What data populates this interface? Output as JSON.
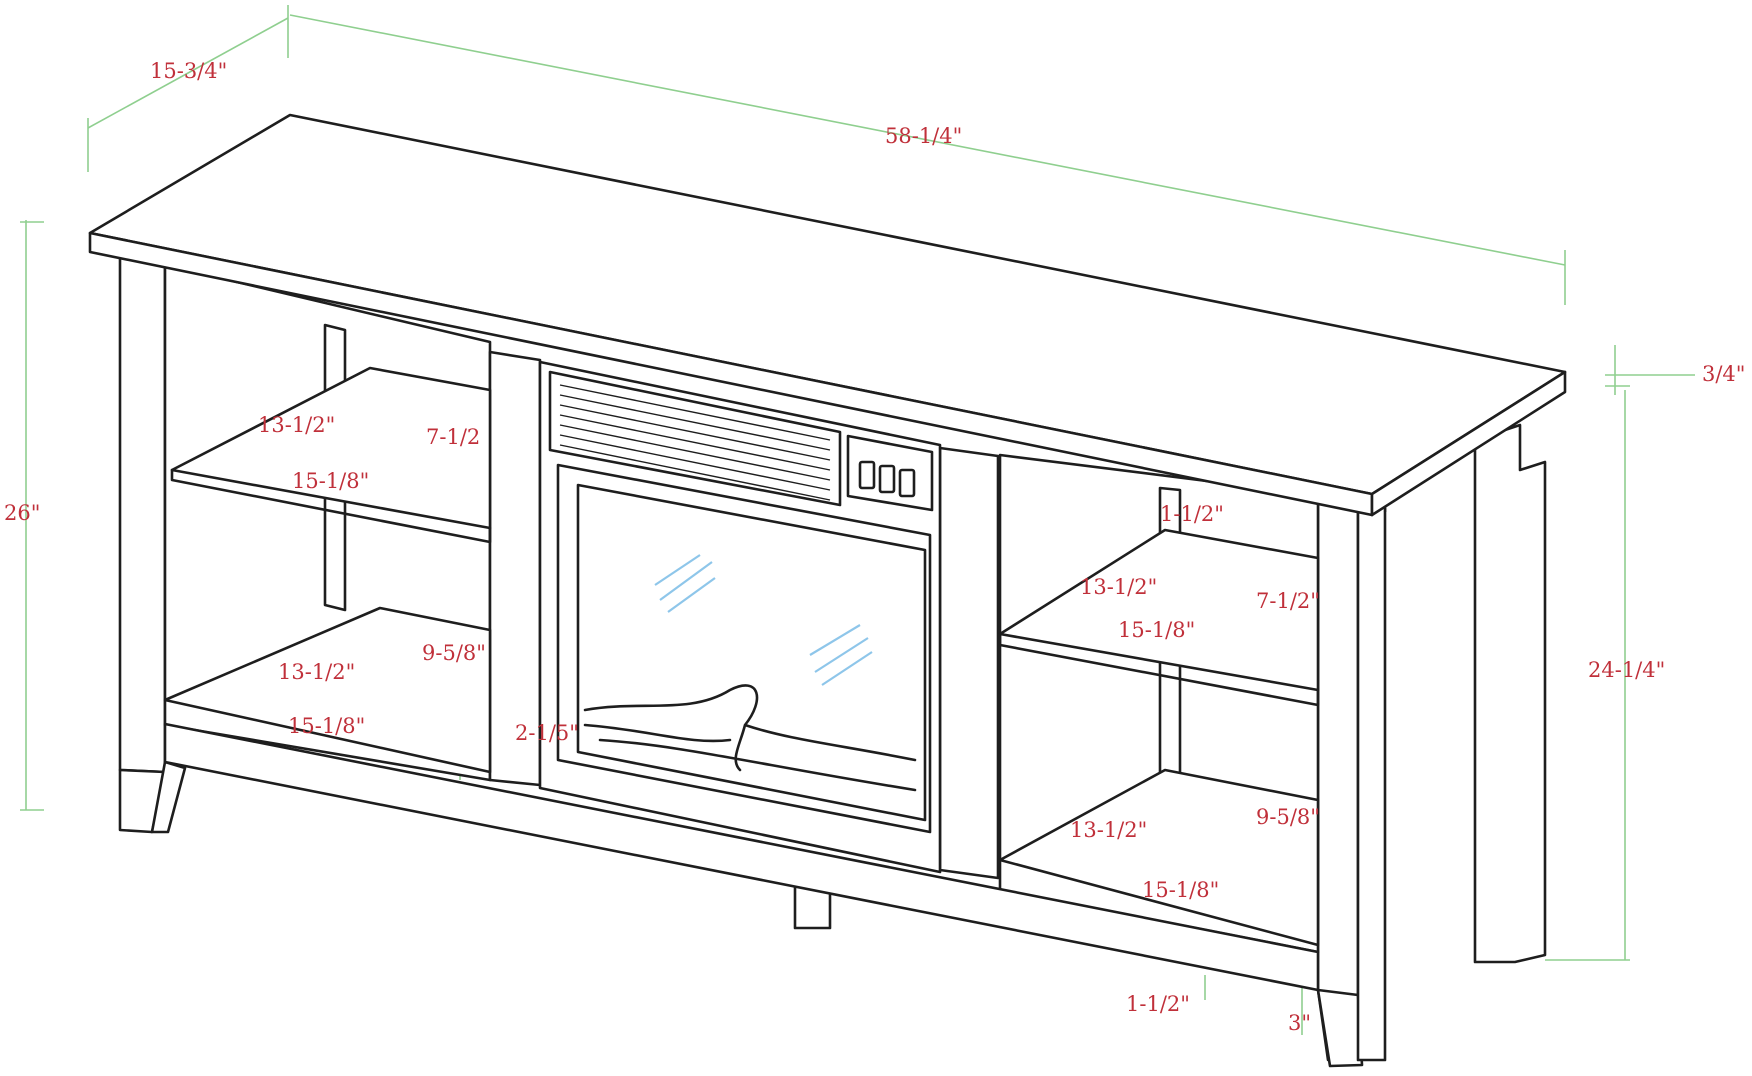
{
  "colors": {
    "line": "#1e1e1e",
    "dimension_line": "#8fcf8f",
    "dimension_text": "#c0303a",
    "glass": "#8ec6ea",
    "background": "#ffffff"
  },
  "dimensions": {
    "depth": "15-3/4\"",
    "width": "58-1/4\"",
    "height": "26\"",
    "top_thickness": "3/4\"",
    "inner_height": "24-1/4\"",
    "left_upper_depth": "13-1/2\"",
    "left_upper_height": "7-1/2",
    "left_upper_width": "15-1/8\"",
    "left_lower_depth": "13-1/2\"",
    "left_lower_height": "9-5/8\"",
    "left_lower_width": "15-1/8\"",
    "center_bottom": "2-1/5\"",
    "right_top_gap": "1-1/2\"",
    "right_upper_depth": "13-1/2\"",
    "right_upper_height": "7-1/2\"",
    "right_upper_width": "15-1/8\"",
    "right_lower_depth": "13-1/2\"",
    "right_lower_height": "9-5/8\"",
    "right_lower_width": "15-1/8\"",
    "bottom_rail": "1-1/2\"",
    "leg_clearance": "3\""
  }
}
